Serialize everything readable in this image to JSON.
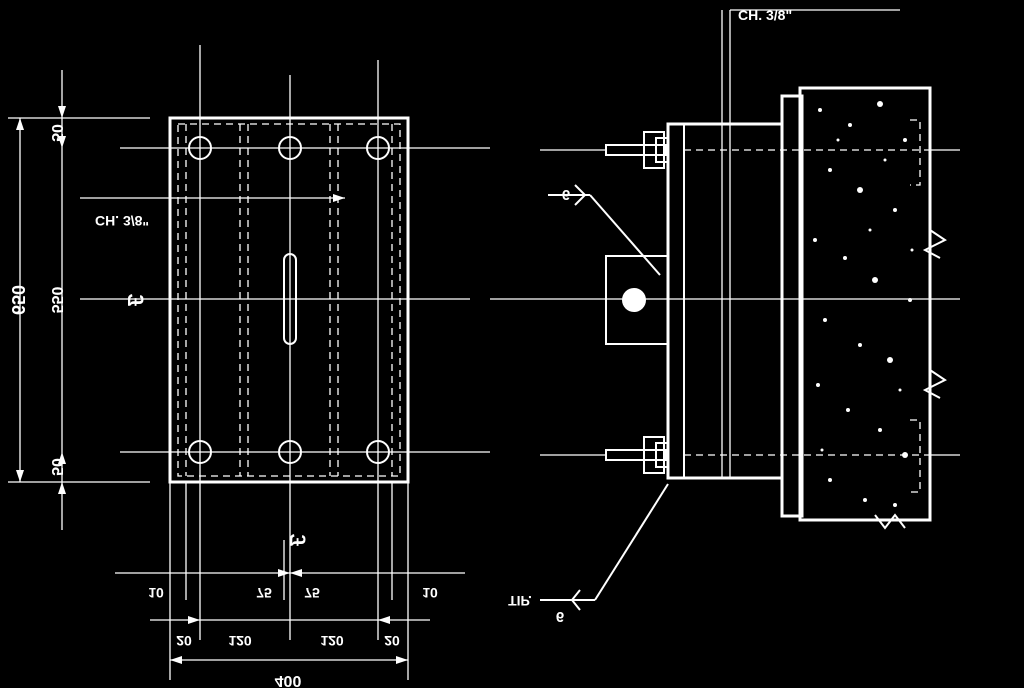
{
  "drawing": {
    "left_view": {
      "dims_vertical": {
        "total": "650",
        "top_edge": "50",
        "middle": "550",
        "bottom_edge": "50"
      },
      "dims_horizontal_lower": {
        "edge_left": "10",
        "center_left": "75",
        "center_right": "75",
        "edge_right": "10"
      },
      "dims_horizontal_bottom": {
        "edge_left": "20",
        "span_left": "120",
        "span_right": "120",
        "edge_right": "20"
      },
      "overall_width": "400",
      "plate_note": "CH. 3/8\"",
      "axis_mark": "£",
      "side_mark": "£"
    },
    "right_view": {
      "plate_note": "CH. 3/8\"",
      "weld_symbol_top": "6",
      "weld_symbol_bottom": "6",
      "weld_tip_note": "TIP."
    }
  }
}
